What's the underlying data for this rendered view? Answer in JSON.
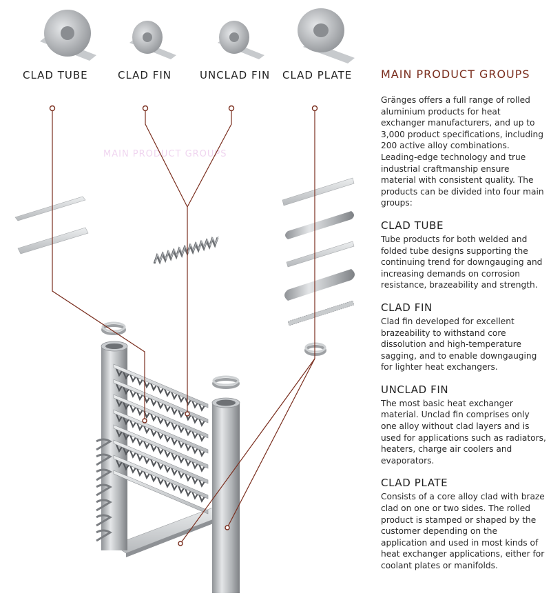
{
  "labels": [
    "CLAD TUBE",
    "CLAD FIN",
    "UNCLAD FIN",
    "CLAD PLATE"
  ],
  "ghost_title": "MAIN PRODUCT GROUPS",
  "sidebar": {
    "title": "MAIN PRODUCT GROUPS",
    "intro": "Gränges offers a full range of rolled aluminium products for heat exchanger manufacturers, and up to 3,000 product specifications, including 200 active alloy combinations. Leading-edge technology and true industrial craftmanship ensure material with consistent quality. The products can be divided into four main groups:",
    "sections": [
      {
        "title": "CLAD TUBE",
        "body": "Tube products for both welded and folded tube designs supporting the continuing trend for downgauging and increasing demands on corrosion resistance, brazeability and strength."
      },
      {
        "title": "CLAD FIN",
        "body": "Clad fin developed for excellent brazeability to withstand core dissolution and high-temperature sagging, and to enable downgauging for lighter heat exchangers."
      },
      {
        "title": "UNCLAD FIN",
        "body": "The most basic heat exchanger material. Unclad fin comprises only one alloy without clad layers and is used for applications such as radiators, heaters, charge air coolers and evaporators."
      },
      {
        "title": "CLAD PLATE",
        "body": "Consists of a core alloy clad with braze clad on one or two sides. The rolled product is stamped or shaped by the customer depending on the application and used in most kinds of heat exchanger applications, either for coolant plates or manifolds."
      }
    ]
  },
  "colors": {
    "accent": "#7a2e1e",
    "line": "#7a2e1e",
    "metal": "#b9bcbf"
  }
}
